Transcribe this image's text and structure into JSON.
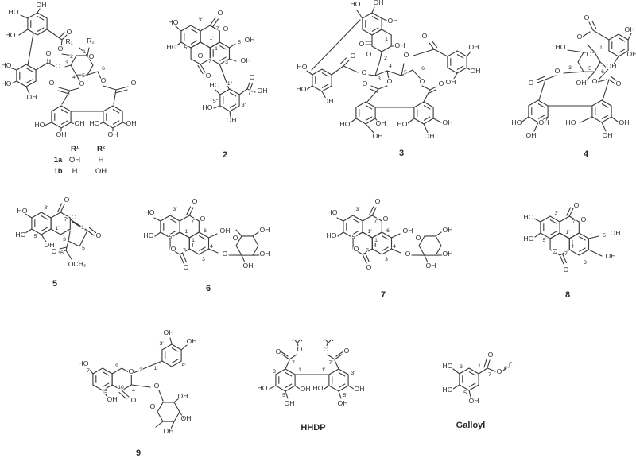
{
  "style": {
    "background": "#ffffff",
    "ink": "#3a3a3a",
    "text": "#2b2b2b"
  },
  "f": {
    "s1": {
      "t": [
        "OH",
        "HO",
        "HO",
        "O",
        "R₁",
        "R₂",
        "O",
        "2",
        "1",
        "O",
        "O",
        "3",
        "O",
        "4",
        "5",
        "6",
        "HO",
        "HO",
        "OH",
        "O",
        "O",
        "O",
        "O",
        "HO",
        "OH",
        "OH",
        "HO",
        "OH",
        "OH"
      ],
      "table": {
        "h": [
          "R¹",
          "R²"
        ],
        "rows": [
          [
            "1a",
            "OH",
            "H"
          ],
          [
            "1b",
            "H",
            "OH"
          ]
        ]
      }
    },
    "s2": {
      "num": "2",
      "t": [
        "O",
        "HO",
        "3′",
        "7′",
        "O",
        "1′",
        "5",
        "OH",
        "HO",
        "5′",
        "1",
        "O",
        "7",
        "3",
        "OH",
        "O",
        "1″",
        "HO",
        "O",
        "7″",
        "OH",
        "5″",
        "HO",
        "3″",
        "OH"
      ]
    },
    "s3": {
      "num": "3",
      "t": [
        "HO",
        "OH",
        "OH",
        "O",
        "O",
        "1",
        "OH",
        "2",
        "O",
        "HO",
        "HO",
        "OH",
        "O",
        "3",
        "4",
        "O",
        "OH",
        "OH",
        "OH",
        "O",
        "5",
        "6",
        "O",
        "O",
        "O",
        "O",
        "HO",
        "OH",
        "OH",
        "HO",
        "OH",
        "OH"
      ]
    },
    "s4": {
      "num": "4",
      "t": [
        "O",
        "O",
        "OH",
        "OH",
        "OH",
        "1",
        "HO",
        "O",
        "3",
        "O",
        "5",
        "6",
        "OH",
        "O",
        "O",
        "O",
        "HO",
        "OH",
        "OH",
        "HO",
        "OH",
        "OH"
      ]
    },
    "s5": {
      "num": "5",
      "t": [
        "O",
        "HO",
        "3′",
        "7′",
        "O",
        "1′",
        "HO",
        "5′",
        "OH",
        "1",
        "O",
        "3",
        "5",
        "O",
        "6",
        "OCH₃"
      ]
    },
    "s6": {
      "num": "6",
      "t": [
        "O",
        "HO",
        "3′",
        "7′",
        "O",
        "1′",
        "6",
        "OH",
        "HO",
        "5′",
        "1",
        "O",
        "OH",
        "O",
        "7",
        "4",
        "O",
        "OH",
        "3",
        "O",
        "OH"
      ]
    },
    "s7": {
      "num": "7",
      "t": [
        "O",
        "HO",
        "3′",
        "7′",
        "O",
        "1′",
        "6",
        "OH",
        "HO",
        "5′",
        "1",
        "O",
        "OH",
        "O",
        "7",
        "4",
        "O",
        "OH",
        "3",
        "O",
        "OH"
      ]
    },
    "s8": {
      "num": "8",
      "t": [
        "O",
        "HO",
        "3′",
        "7′",
        "O",
        "1′",
        "5",
        "OH",
        "HO",
        "5′",
        "1",
        "O",
        "7",
        "3",
        "OH",
        "O"
      ]
    },
    "s9": {
      "num": "9",
      "t": [
        "OH",
        "3′",
        "OH",
        "HO",
        "9",
        "O",
        "2",
        "1′",
        "5′",
        "7",
        "5",
        "10",
        "4",
        "OH",
        "O",
        "O",
        "O",
        "OH",
        "OH",
        "OH"
      ]
    },
    "hhdp": {
      "num": "HHDP",
      "t": [
        "O",
        "O",
        "O",
        "O",
        "7",
        "7′",
        "3",
        "1",
        "1′",
        "3′",
        "HO",
        "OH",
        "HO",
        "OH",
        "5",
        "5′",
        "OH",
        "OH"
      ]
    },
    "gall": {
      "num": "Galloyl",
      "t": [
        "O",
        "HO",
        "3",
        "1",
        "7",
        "O",
        "HO",
        "5",
        "OH"
      ]
    }
  }
}
